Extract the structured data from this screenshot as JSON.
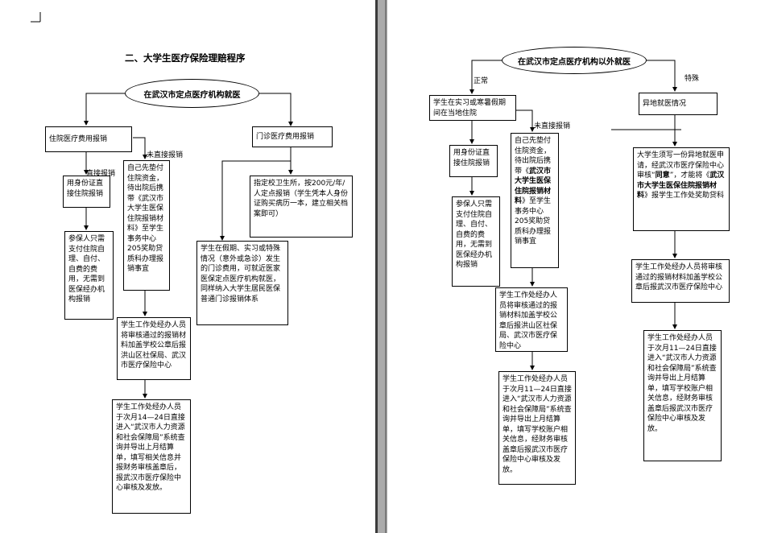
{
  "left": {
    "title": "二、大学生医疗保险理赔程序",
    "oval": "在武汉市定点医疗机构就医",
    "inpatient": "住院医疗费用报销",
    "outpatient": "门诊医疗费用报销",
    "label_direct": "直接报销",
    "label_indirect": "未直接报销",
    "direct_box": "用身份证直接住院报销",
    "selfpay_box": "参保人只需支付住院自理、自付、自费的费用，无需到医保经办机构报销",
    "indirect_box": "自己先垫付住院资金，待出院后携带《武汉市大学生医保住院报销材料》至学生事务中心205奖助贷质科办理报销事宜",
    "school_clinic_box": "指定校卫生所，按200元/年/人定点报销（学生凭本人身份证购买病历一本，建立相关档案即可）",
    "vacation_box": "学生在假期、实习或特殊情况（意外或急诊）发生的门诊费用，可就近医家医保定点医疗机构就医，同样纳入大学生居民医保普通门诊报销体系",
    "review_box": "学生工作处经办人员将审核通过的报销材料加盖学校公章后报洪山区社保局、武汉市医疗保险中心",
    "final_box": "学生工作处经办人员于次月14—24日直接进入“武汉市人力资源和社会保障局”系统查询并导出上月结算单，填写相关信息并报财务审核盖章后，报武汉市医疗保险中心审核及发放。"
  },
  "right": {
    "oval": "在武汉市定点医疗机构以外就医",
    "label_normal": "正常",
    "label_special": "特殊",
    "label_indirect": "未直接报销",
    "intern_box": "学生在实习或寒暑假期间在当地住院",
    "offsite_box": "异地就医情况",
    "id_box": "用身份证直接住院报销",
    "selfpay_box": "参保人只需支付住院自理、自付、自费的费用，无需到医保经办机构报销",
    "indirect_box_a": "自己先垫付住院资金，待出院后携带《",
    "indirect_box_b": "武汉市大学生医保住院报销材料",
    "indirect_box_c": "》至学生事务中心205奖助贷质科办理报销事宜",
    "apply_box_a": "大学生须写一份异地就医申请，经武汉市医疗保险中心审核“",
    "apply_box_b": "同意",
    "apply_box_c": "”，才能将《",
    "apply_box_d": "武汉市大学生医保住院报销材料",
    "apply_box_e": "》报学生工作处奖助贷科",
    "review_box_mid": "学生工作处经办人员将审核通过的报销材料加盖学校公章后报洪山区社保局、武汉市医疗保险中心",
    "review_box_right": "学生工作处经办人员将审核通过的报销材料加盖学校公章后报武汉市医疗保险中心",
    "final_box_mid": "学生工作处经办人员于次月11—24日直接进入“武汉市人力资源和社会保障局”系统查询并导出上月结算单，填写学校账户相关信息，经财务审核盖章后报武汉市医疗保险中心审核及发放。",
    "final_box_right": "学生工作处经办人员于次月11—24日直接进入“武汉市人力资源和社会保障局”系统查询并导出上月结算单，填写学校账户相关信息，经财务审核盖章后报武汉市医疗保险中心审核及发放。"
  }
}
